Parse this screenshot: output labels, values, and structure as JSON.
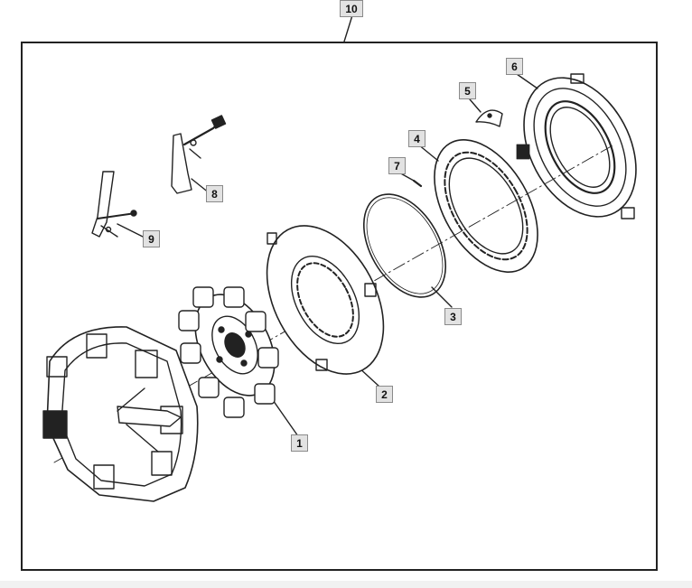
{
  "diagram": {
    "callouts": {
      "c1": "1",
      "c2": "2",
      "c3": "3",
      "c4": "4",
      "c5": "5",
      "c6": "6",
      "c7": "7",
      "c8": "8",
      "c9": "9",
      "c10": "10"
    }
  },
  "colors": {
    "line": "#222222",
    "callout_bg": "#e2e2e2",
    "callout_border": "#8a8a8a"
  }
}
